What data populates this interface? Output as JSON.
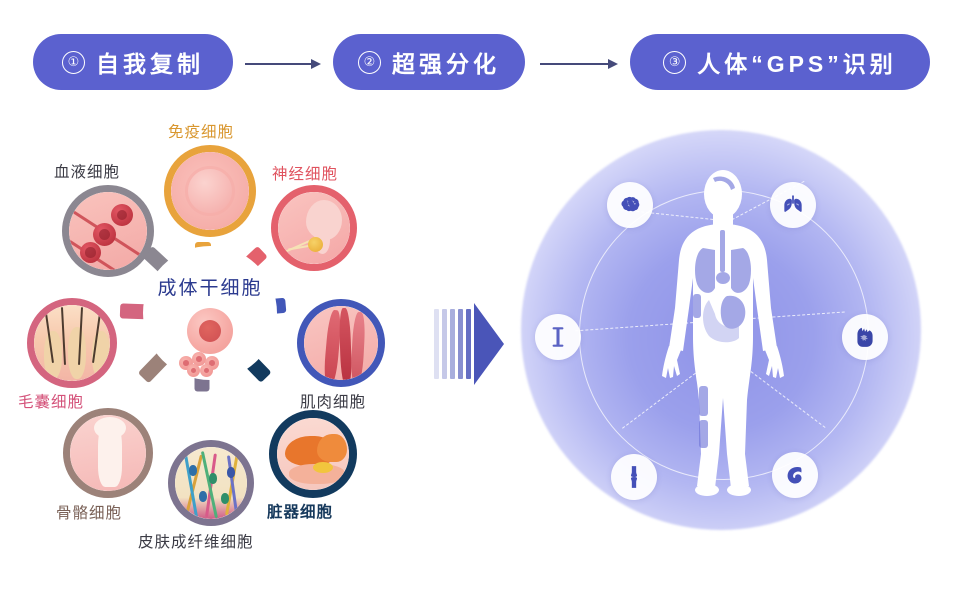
{
  "header": {
    "steps": [
      {
        "num": "①",
        "label": "自我复制",
        "color": "#5b61cf"
      },
      {
        "num": "②",
        "label": "超强分化",
        "color": "#5b61cf"
      },
      {
        "num": "③",
        "label": "人体“GPS”识别",
        "color": "#5b61cf"
      }
    ],
    "arrow_color": "#454a7a"
  },
  "stem_diagram": {
    "center": {
      "label": "成体干细胞",
      "color": "#2b3a8f"
    },
    "nodes": [
      {
        "id": "blood",
        "label": "血液细胞",
        "ring_color": "#8b8791",
        "label_color": "#3b3b45"
      },
      {
        "id": "immune",
        "label": "免疫细胞",
        "ring_color": "#e8a33c",
        "label_color": "#d9972f"
      },
      {
        "id": "nerve",
        "label": "神经细胞",
        "ring_color": "#e4616c",
        "label_color": "#e0535f"
      },
      {
        "id": "muscle",
        "label": "肌肉细胞",
        "ring_color": "#4257b8",
        "label_color": "#3b3b45"
      },
      {
        "id": "organ",
        "label": "脏器细胞",
        "ring_color": "#123a5e",
        "label_color": "#16395c"
      },
      {
        "id": "skin",
        "label": "皮肤成纤维细胞",
        "ring_color": "#7d7490",
        "label_color": "#3b3b45"
      },
      {
        "id": "bone",
        "label": "骨骼细胞",
        "ring_color": "#9c8279",
        "label_color": "#7a6157"
      },
      {
        "id": "hair",
        "label": "毛囊细胞",
        "ring_color": "#d4657f",
        "label_color": "#d4527a"
      }
    ]
  },
  "transition_arrow": {
    "name": "motion-arrow",
    "color": "#4a55b8"
  },
  "body_panel": {
    "glow_color": "#9398ea",
    "icons": [
      {
        "id": "brain",
        "name": "brain-icon",
        "position": "top-left"
      },
      {
        "id": "lungs",
        "name": "lungs-icon",
        "position": "top-right"
      },
      {
        "id": "heart",
        "name": "heart-icon",
        "position": "right"
      },
      {
        "id": "kidney",
        "name": "kidney-icon",
        "position": "bottom-right"
      },
      {
        "id": "knee",
        "name": "knee-joint-icon",
        "position": "bottom-left"
      },
      {
        "id": "bone",
        "name": "bone-icon",
        "position": "left"
      }
    ],
    "figure": {
      "name": "human-body-silhouette",
      "color": "#ffffff"
    }
  }
}
